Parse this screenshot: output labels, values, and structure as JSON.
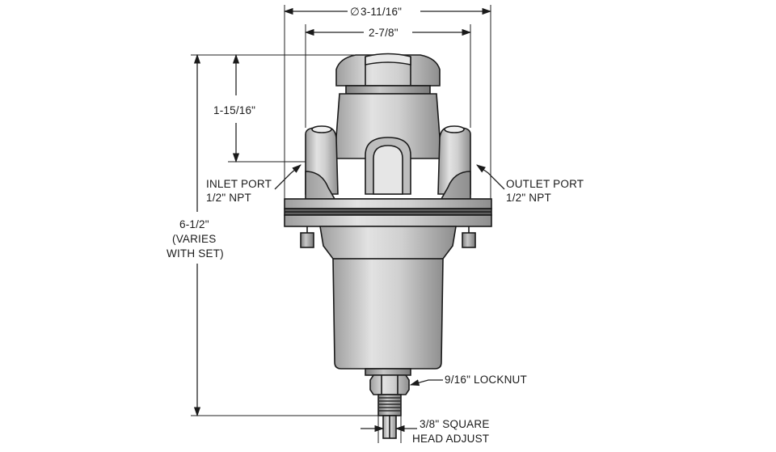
{
  "dimensions": {
    "outer_diameter": "3-11/16\"",
    "inner_width": "2-7/8\"",
    "cap_height": "1-15/16\"",
    "overall_height": [
      "6-1/2\"",
      "(VARIES",
      "WITH SET)"
    ]
  },
  "callouts": {
    "inlet_port": [
      "INLET PORT",
      "1/2\" NPT"
    ],
    "outlet_port": [
      "OUTLET PORT",
      "1/2\" NPT"
    ],
    "locknut": "9/16\" LOCKNUT",
    "square_head": [
      "3/8\" SQUARE",
      "HEAD ADJUST"
    ]
  },
  "symbols": {
    "diameter": "∅"
  },
  "colors": {
    "body_fill": "#d4d4d4",
    "body_shade": "#9a9a9a",
    "line": "#1a1a1a",
    "background": "#ffffff"
  }
}
